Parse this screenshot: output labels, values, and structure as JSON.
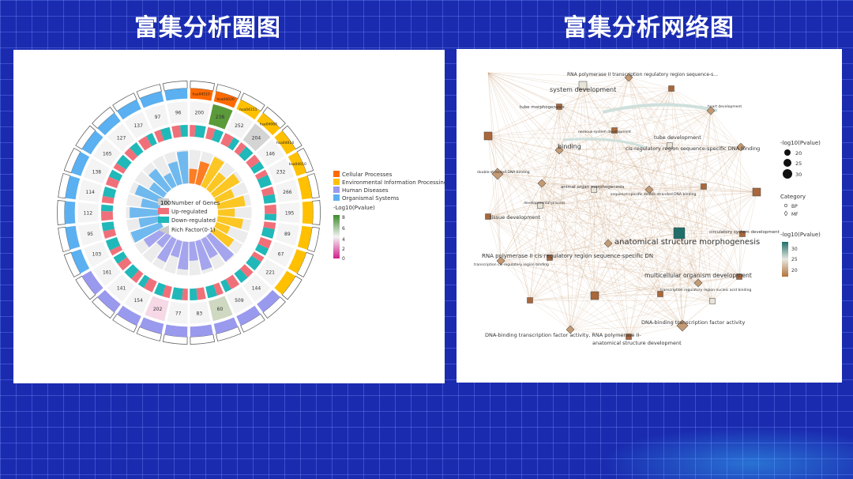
{
  "titles": {
    "left": "富集分析圈图",
    "right": "富集分析网络图"
  },
  "circos": {
    "outer_top_labels": [
      "hsa04510",
      "hsa04020",
      "hsa04151",
      "hsa04060",
      "hsa04014",
      "hsa04010"
    ],
    "counts": [
      "200",
      "238",
      "252",
      "204",
      "146",
      "232",
      "266",
      "195",
      "89",
      "67",
      "221",
      "144",
      "509",
      "60",
      "83",
      "77",
      "202",
      "154",
      "141",
      "161",
      "103",
      "95",
      "112",
      "114",
      "138",
      "165",
      "127",
      "137",
      "97",
      "96"
    ],
    "legend": {
      "categories": [
        {
          "label": "Cellular Processes",
          "color": "#ff6a00"
        },
        {
          "label": "Environmental Information Processing",
          "color": "#ffc000"
        },
        {
          "label": "Human Diseases",
          "color": "#9999ee"
        },
        {
          "label": "Organismal Systems",
          "color": "#5ab0f0"
        }
      ],
      "number_of_genes_label": "Number of Genes",
      "number_of_genes_sample": "100",
      "up_label": "Up-regulated",
      "up_color": "#f0707a",
      "down_label": "Down-regulated",
      "down_color": "#20b8b8",
      "rich_label": "Rich Factor(0-1)",
      "pvalue_title": "-Log10(Pvalue)",
      "pvalue_ticks": [
        "8",
        "6",
        "4",
        "2",
        "0"
      ]
    }
  },
  "network": {
    "node_labels": [
      "RNA polymerase II transcription regulatory region sequence-s...",
      "system development",
      "tube morphogenesis",
      "tube development",
      "binding",
      "cis-regulatory region sequence-specific DNA binding",
      "animal organ morphogenesis",
      "tissue development",
      "circulatory system development",
      "anatomical structure morphogenesis",
      "RNA polymerase II cis-regulatory region sequence-specific DN",
      "multicellular organism development",
      "DNA-binding transcription factor activity",
      "DNA-binding transcription factor activity, RNA polymerase II-",
      "anatomical structure development"
    ],
    "small_labels": [
      "nervous system development",
      "sequence-specific double-stranded DNA binding",
      "developmental process",
      "transcription cis-regulatory region binding",
      "transcription regulatory region nucleic acid binding",
      "double-stranded DNA binding",
      "heart development"
    ],
    "legend": {
      "size_title": "-log10(Pvalue)",
      "size_values": [
        "20",
        "25",
        "30"
      ],
      "category_title": "Category",
      "categories": [
        "BP",
        "MF"
      ],
      "color_title": "-log10(Pvalue)",
      "color_ticks": [
        "30",
        "25",
        "20"
      ]
    }
  }
}
